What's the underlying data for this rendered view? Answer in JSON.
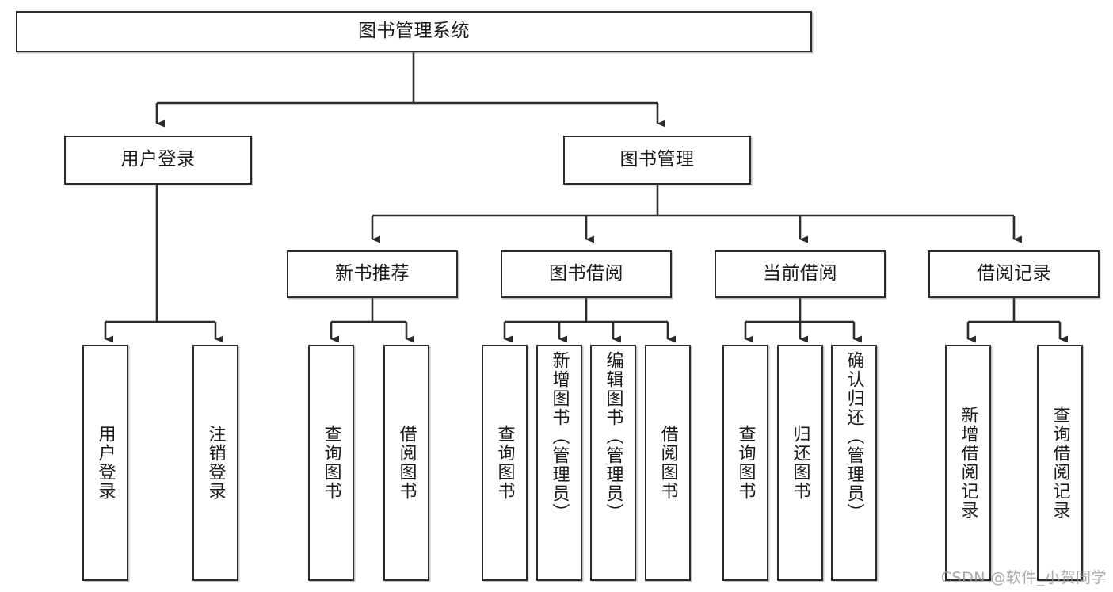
{
  "diagram": {
    "title": "图书管理系统",
    "type": "hierarchy-tree",
    "watermark": "CSDN @软件_小贺同学",
    "colors": {
      "stroke": "#2b2b2b",
      "fill": "#ffffff",
      "text": "#1a1a1a",
      "watermark": "#9a9a9a"
    },
    "root": {
      "id": "root",
      "label": "图书管理系统",
      "orientation": "horizontal"
    },
    "level2": [
      {
        "id": "user-login",
        "label": "用户登录",
        "orientation": "horizontal"
      },
      {
        "id": "book-manage",
        "label": "图书管理",
        "orientation": "horizontal"
      }
    ],
    "level3": [
      {
        "id": "new-book-rec",
        "label": "新书推荐",
        "orientation": "horizontal"
      },
      {
        "id": "book-borrow",
        "label": "图书借阅",
        "orientation": "horizontal"
      },
      {
        "id": "current-borrow",
        "label": "当前借阅",
        "orientation": "horizontal"
      },
      {
        "id": "borrow-record",
        "label": "借阅记录",
        "orientation": "horizontal"
      }
    ],
    "leaves": [
      {
        "id": "leaf-user-login",
        "label": "用户登录",
        "parent": "user-login",
        "orientation": "vertical"
      },
      {
        "id": "leaf-logout",
        "label": "注销登录",
        "parent": "user-login",
        "orientation": "vertical"
      },
      {
        "id": "leaf-query-book-1",
        "label": "查询图书",
        "parent": "new-book-rec",
        "orientation": "vertical"
      },
      {
        "id": "leaf-borrow-book-1",
        "label": "借阅图书",
        "parent": "new-book-rec",
        "orientation": "vertical"
      },
      {
        "id": "leaf-query-book-2",
        "label": "查询图书",
        "parent": "book-borrow",
        "orientation": "vertical"
      },
      {
        "id": "leaf-add-book",
        "label": "新增图书（管理员）",
        "parent": "book-borrow",
        "orientation": "vertical"
      },
      {
        "id": "leaf-edit-book",
        "label": "编辑图书（管理员）",
        "parent": "book-borrow",
        "orientation": "vertical"
      },
      {
        "id": "leaf-borrow-book-2",
        "label": "借阅图书",
        "parent": "book-borrow",
        "orientation": "vertical"
      },
      {
        "id": "leaf-query-book-3",
        "label": "查询图书",
        "parent": "current-borrow",
        "orientation": "vertical"
      },
      {
        "id": "leaf-return-book",
        "label": "归还图书",
        "parent": "current-borrow",
        "orientation": "vertical"
      },
      {
        "id": "leaf-confirm-return",
        "label": "确认归还（管理员）",
        "parent": "current-borrow",
        "orientation": "vertical"
      },
      {
        "id": "leaf-add-record",
        "label": "新增借阅记录",
        "parent": "borrow-record",
        "orientation": "vertical"
      },
      {
        "id": "leaf-query-record",
        "label": "查询借阅记录",
        "parent": "borrow-record",
        "orientation": "vertical"
      }
    ]
  }
}
